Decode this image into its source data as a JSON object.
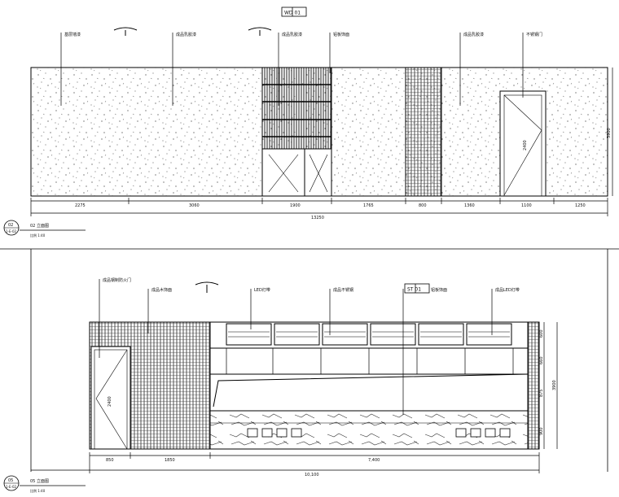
{
  "elev02": {
    "tag": "WD 01",
    "callouts": [
      "基层墙漆",
      "成品乳胶漆",
      "成品乳胶漆",
      "铝板饰面",
      "成品乳胶漆",
      "不锈钢门"
    ],
    "dims": [
      "2275",
      "3060",
      "1900",
      "1765",
      "800",
      "1360",
      "1100",
      "1250"
    ],
    "total": "13250",
    "height": "3900",
    "door_dim": "2400",
    "label_num": "02",
    "label_ref": "1-E-02",
    "label_title": "02 立面图",
    "label_scale": "比例 1:40"
  },
  "elev05": {
    "tag": "ST 01",
    "callouts": [
      "成品钢制防火门",
      "成品木饰面",
      "LED灯带",
      "成品不锈钢",
      "铝板饰面",
      "成品LED灯带"
    ],
    "dims": [
      "850",
      "1850",
      "7,400"
    ],
    "total": "10,100",
    "right_dims": [
      "600",
      "660",
      "875",
      "900"
    ],
    "height": "3900",
    "door_dim": "2400",
    "label_num": "05",
    "label_ref": "1-E-02",
    "label_title": "05 立面图",
    "label_scale": "比例 1:40"
  }
}
